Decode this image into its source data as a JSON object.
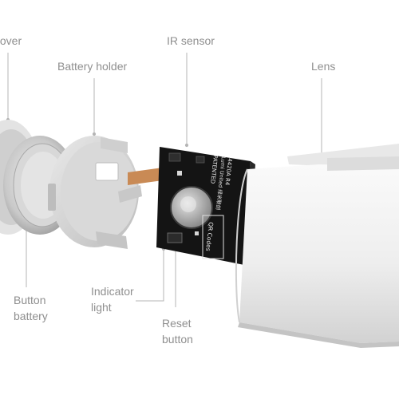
{
  "labels": {
    "battery_cover": "y cover",
    "battery_holder": "Battery holder",
    "ir_sensor": "IR sensor",
    "lens": "Lens",
    "button_battery": [
      "Button",
      "battery"
    ],
    "indicator_light": [
      "Indicator",
      "light"
    ],
    "reset_button": [
      "Reset",
      "button"
    ]
  },
  "pcb": {
    "model": "4420A R4",
    "maker": "Lumi United 绿米联创",
    "patent": "PATENTED",
    "qr": "QR Codes"
  },
  "colors": {
    "background": "#ffffff",
    "label_text": "#8f8f8f",
    "leader_line": "#b5b5b5",
    "pcb": "#141414",
    "plastic": "#dcdcdc",
    "lens_shell": "#f4f4f4",
    "copper": "#c98a55"
  }
}
